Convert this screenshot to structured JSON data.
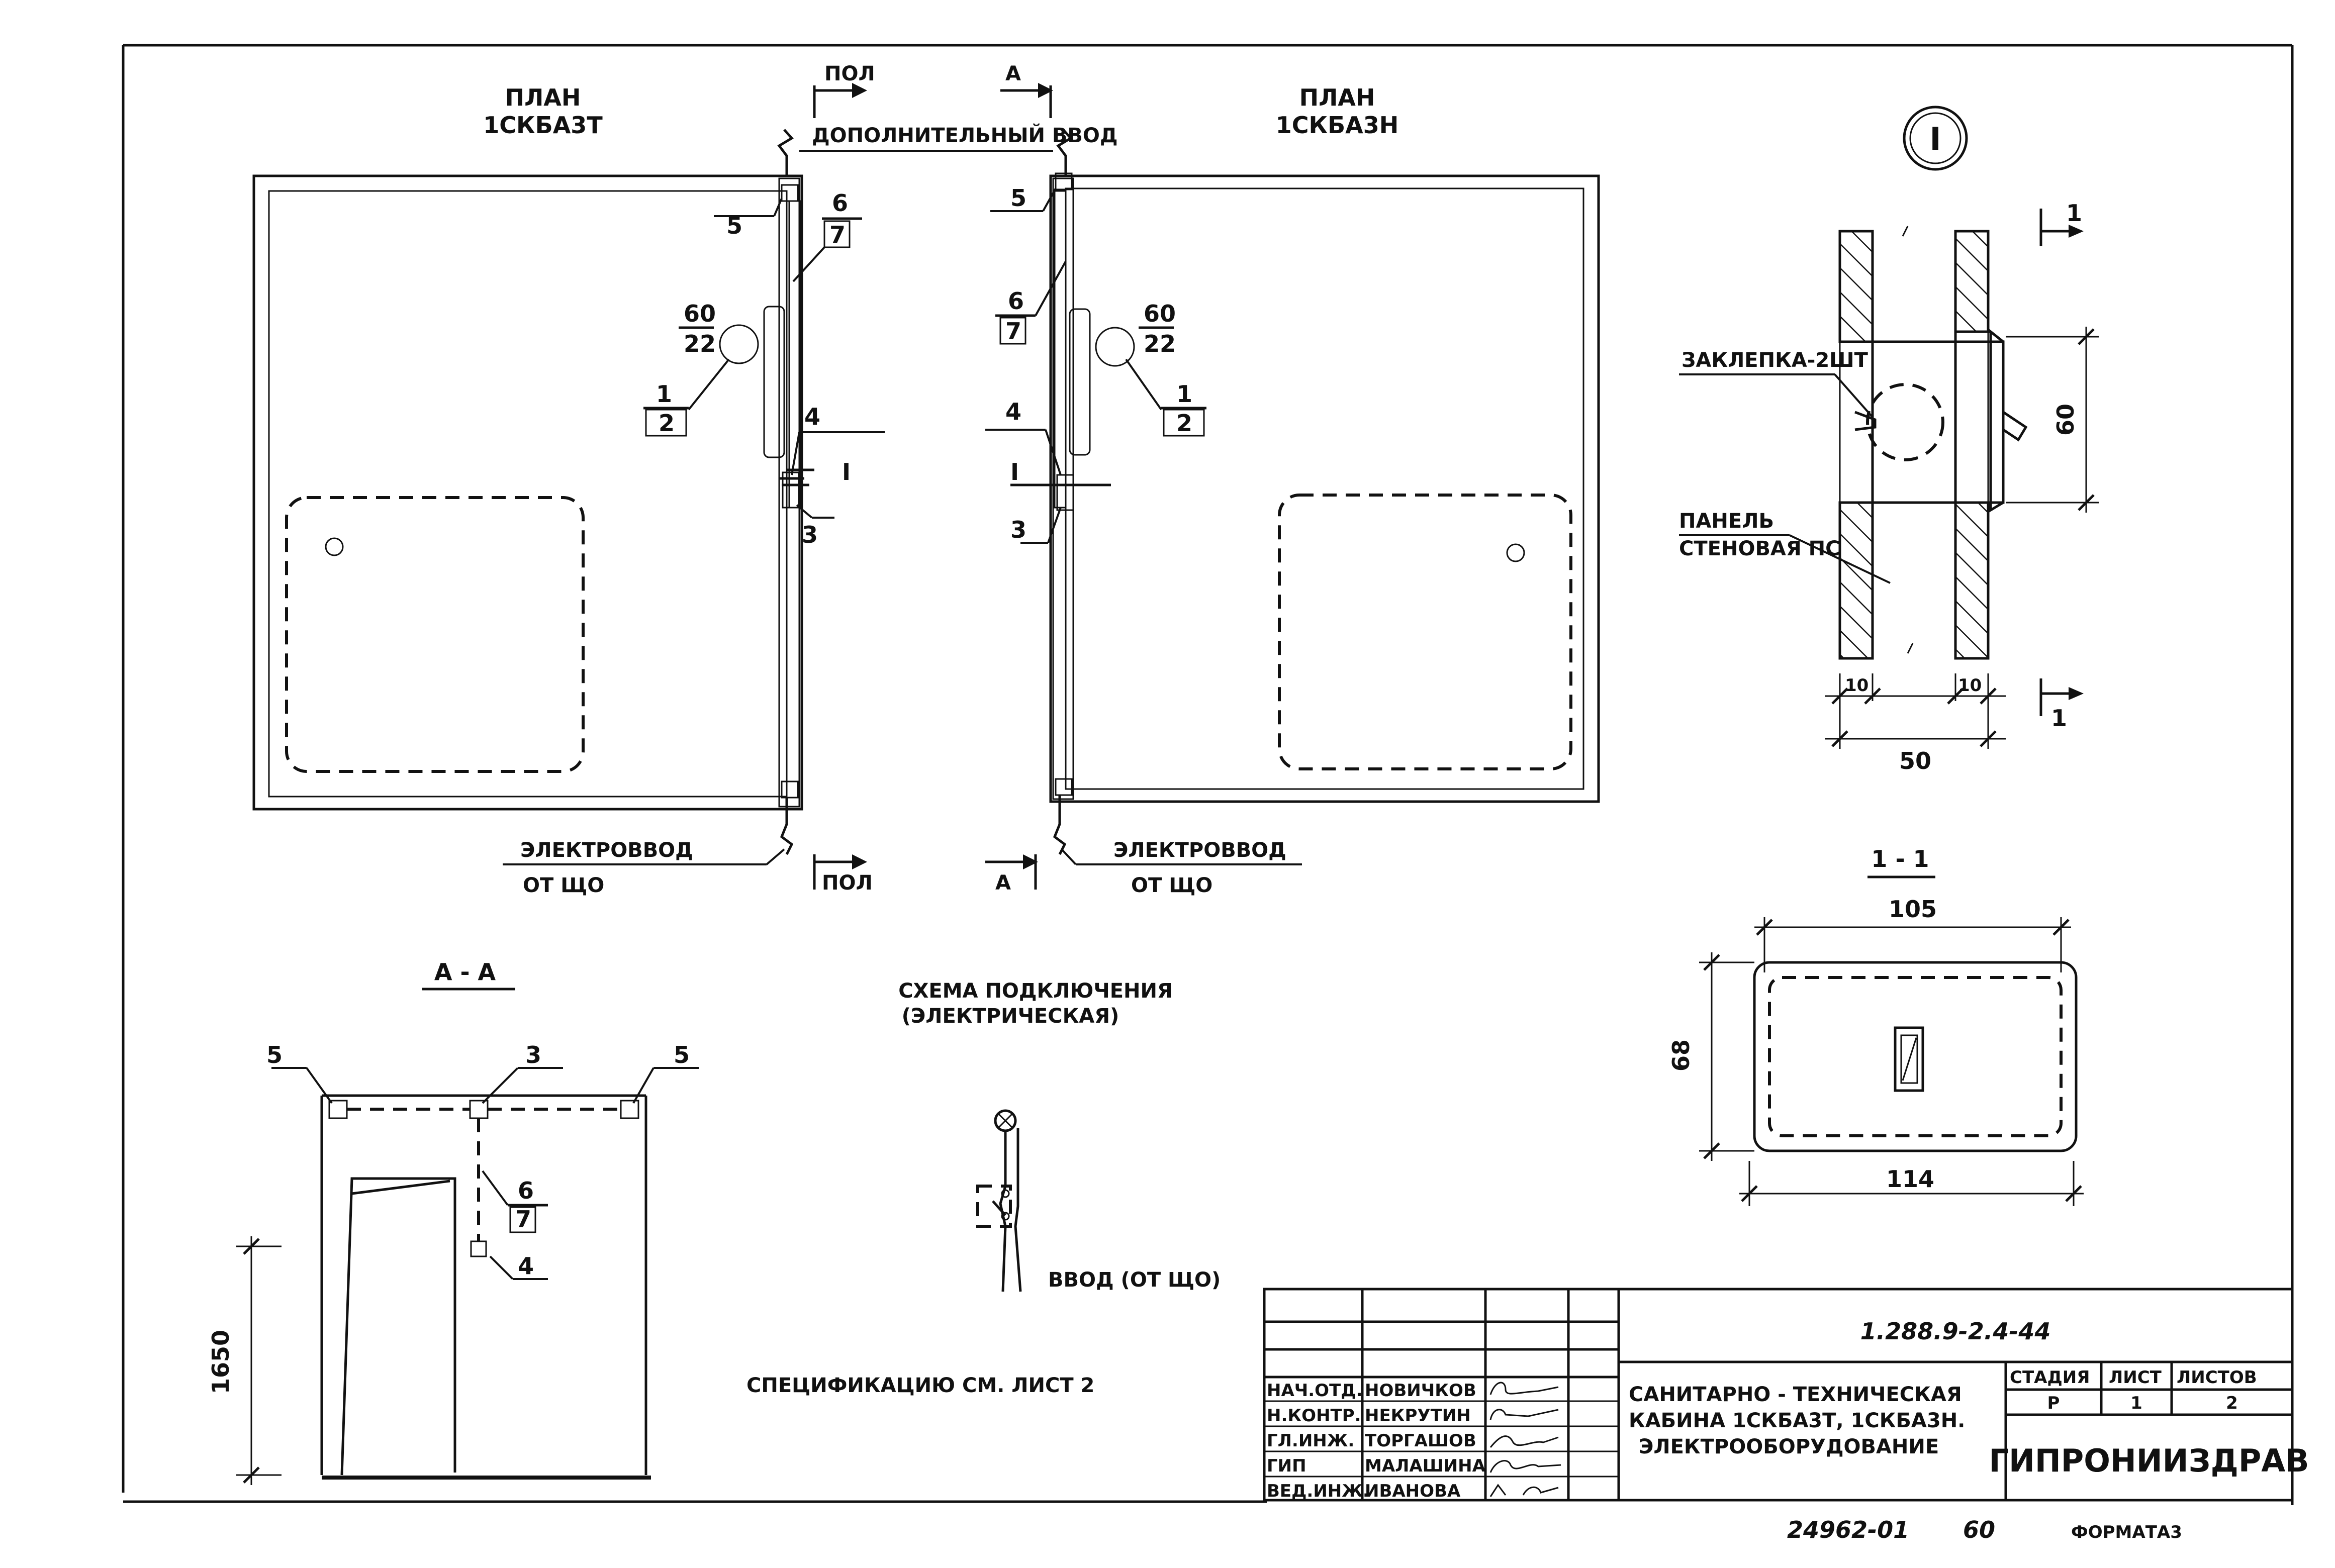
{
  "plan_left": {
    "title_line1": "ПЛАН",
    "title_line2": "1СКБА3Т",
    "callout_5": "5",
    "callout_6": "6",
    "callout_7": "7",
    "callout_60": "60",
    "callout_22": "22",
    "callout_1": "1",
    "callout_2": "2",
    "callout_4": "4",
    "callout_3": "3",
    "callout_I": "I",
    "power_input_line1": "ЭЛЕКТРОВВОД",
    "power_input_line2": "ОТ ЩО",
    "floor_mark": "ПОЛ"
  },
  "plan_right": {
    "title_line1": "ПЛАН",
    "title_line2": "1СКБА3Н",
    "callout_5": "5",
    "callout_6": "6",
    "callout_7": "7",
    "callout_60": "60",
    "callout_22": "22",
    "callout_1": "1",
    "callout_2": "2",
    "callout_4": "4",
    "callout_3": "3",
    "callout_I": "I",
    "power_input_line1": "ЭЛЕКТРОВВОД",
    "power_input_line2": "ОТ ЩО",
    "section_mark": "А"
  },
  "top_marks": {
    "floor_mark": "ПОЛ",
    "section_mark": "А",
    "extra_input": "ДОПОЛНИТЕЛЬНЫЙ ВВОД"
  },
  "detail_I": {
    "marker": "I",
    "rivet_label": "ЗАКЛЕПКА-2ШТ",
    "panel_line1": "ПАНЕЛЬ",
    "panel_line2": "СТЕНОВАЯ ПС",
    "dim_60": "60",
    "dim_10_left": "10",
    "dim_10_right": "10",
    "dim_50": "50",
    "section_top": "1",
    "section_bottom": "1"
  },
  "section_1_1": {
    "title": "1 - 1",
    "dim_105": "105",
    "dim_68": "68",
    "dim_114": "114"
  },
  "section_A_A": {
    "title": "А - А",
    "callout_5_left": "5",
    "callout_3": "3",
    "callout_5_right": "5",
    "callout_6": "6",
    "callout_7": "7",
    "callout_4": "4",
    "dim_1650": "1650"
  },
  "schema": {
    "title_line1": "СХЕМА ПОДКЛЮЧЕНИЯ",
    "title_line2": "(ЭЛЕКТРИЧЕСКАЯ)",
    "input_label": "ВВОД (ОТ ЩО)"
  },
  "spec_note": "СПЕЦИФИКАЦИЮ СМ. ЛИСТ 2",
  "title_block": {
    "doc_code": "1.288.9-2.4-44",
    "roles": [
      "НАЧ.ОТД.",
      "Н.КОНТР.",
      "ГЛ.ИНЖ.",
      "ГИП",
      "ВЕД.ИНЖ."
    ],
    "names": [
      "НОВИЧКОВ",
      "НЕКРУТИН",
      "ТОРГАШОВ",
      "МАЛАШИНА",
      "ИВАНОВА"
    ],
    "description_line1": "САНИТАРНО - ТЕХНИЧЕСКАЯ",
    "description_line2": "КАБИНА 1СКБА3Т, 1СКБА3Н.",
    "description_line3": "ЭЛЕКТРООБОРУДОВАНИЕ",
    "stage_header": "СТАДИЯ",
    "sheet_header": "ЛИСТ",
    "sheets_header": "ЛИСТОВ",
    "stage_value": "Р",
    "sheet_value": "1",
    "sheets_value": "2",
    "organization": "ГИПРОНИИЗДРАВ"
  },
  "footer": {
    "archive_number": "24962-01",
    "sheet_number": "60",
    "format": "ФОРМАТА3"
  }
}
